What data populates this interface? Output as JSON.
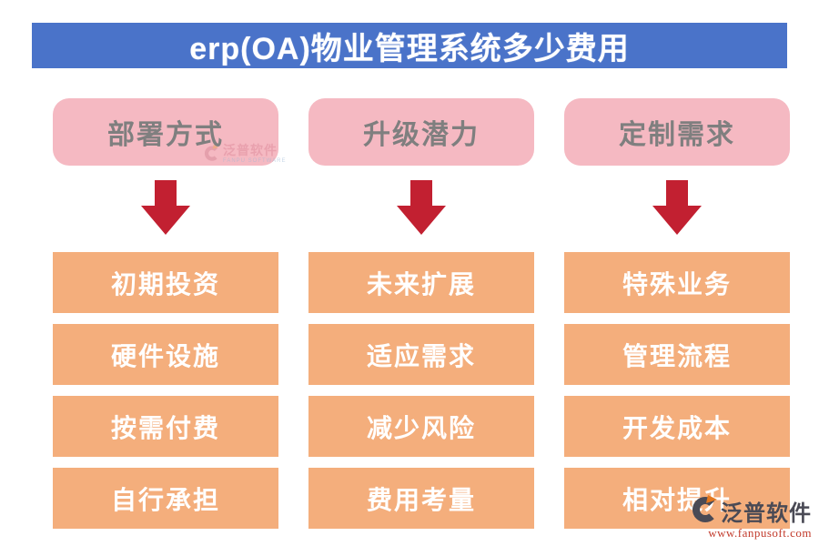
{
  "title": "erp(OA)物业管理系统多少费用",
  "columns": [
    {
      "header": "部署方式",
      "items": [
        "初期投资",
        "硬件设施",
        "按需付费",
        "自行承担"
      ]
    },
    {
      "header": "升级潜力",
      "items": [
        "未来扩展",
        "适应需求",
        "减少风险",
        "费用考量"
      ]
    },
    {
      "header": "定制需求",
      "items": [
        "特殊业务",
        "管理流程",
        "开发成本",
        "相对提升"
      ]
    }
  ],
  "watermark_inline": {
    "brand": "泛普软件",
    "sub": "FANPU SOFTWARE"
  },
  "watermark_corner": {
    "brand": "泛普软件",
    "url": "www.fanpusoft.com"
  },
  "colors": {
    "header_bg": "#4A73C9",
    "header_text": "#FFFFFF",
    "category_bg": "#F5B9C2",
    "category_text": "#7F7F7F",
    "item_bg": "#F4AE7C",
    "item_text": "#FFFFFF",
    "arrow": "#C22031",
    "corner_brand_text": "#4A4A55",
    "corner_url_text": "#C23A2B",
    "logo_accent": "#E2771E"
  }
}
